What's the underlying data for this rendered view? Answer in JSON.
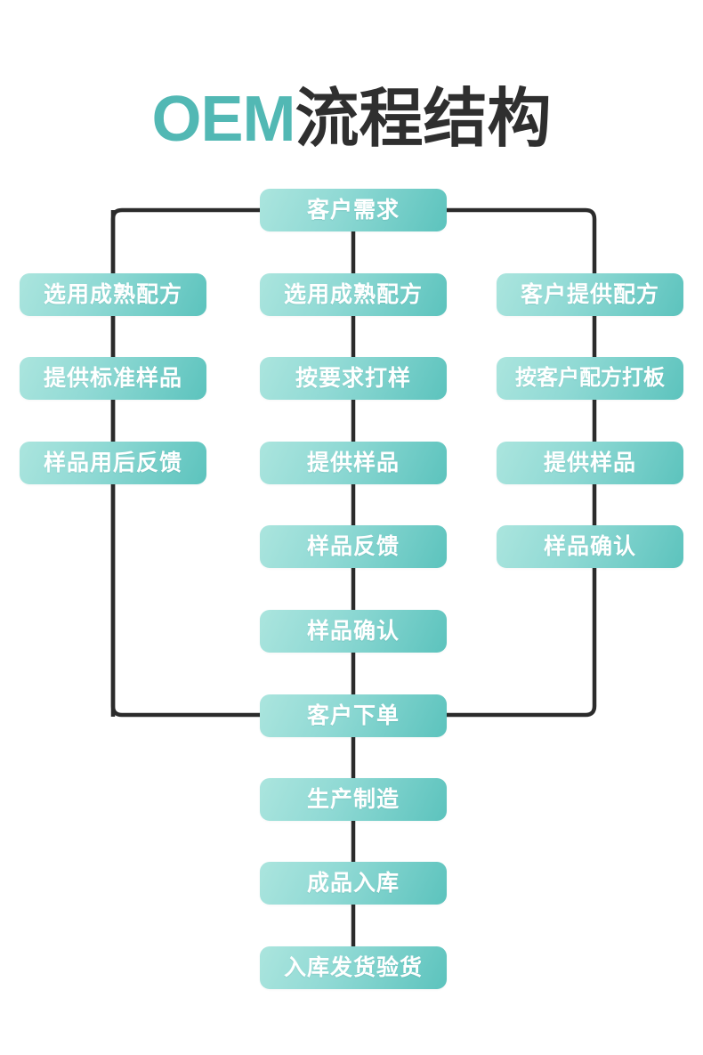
{
  "title": {
    "latin": "OEM",
    "chinese": "流程结构",
    "latin_color": "#52b8b4",
    "chinese_color": "#2f2f2f"
  },
  "theme": {
    "background": "#ffffff",
    "node_gradient_from": "#abe5de",
    "node_gradient_to": "#5cc3bd",
    "node_text_color": "#ffffff",
    "connector_color": "#2b2b2b"
  },
  "flow": {
    "start": {
      "label": "客户需求"
    },
    "branches": [
      {
        "name": "left-branch",
        "steps": [
          {
            "label": "选用成熟配方"
          },
          {
            "label": "提供标准样品"
          },
          {
            "label": "样品用后反馈"
          }
        ]
      },
      {
        "name": "middle-branch",
        "steps": [
          {
            "label": "选用成熟配方"
          },
          {
            "label": "按要求打样"
          },
          {
            "label": "提供样品"
          },
          {
            "label": "样品反馈"
          },
          {
            "label": "样品确认"
          }
        ]
      },
      {
        "name": "right-branch",
        "steps": [
          {
            "label": "客户提供配方"
          },
          {
            "label": "按客户配方打板"
          },
          {
            "label": "提供样品"
          },
          {
            "label": "样品确认"
          }
        ]
      }
    ],
    "merge": {
      "label": "客户下单"
    },
    "tail": [
      {
        "label": "生产制造"
      },
      {
        "label": "成品入库"
      },
      {
        "label": "入库发货验货"
      }
    ]
  }
}
